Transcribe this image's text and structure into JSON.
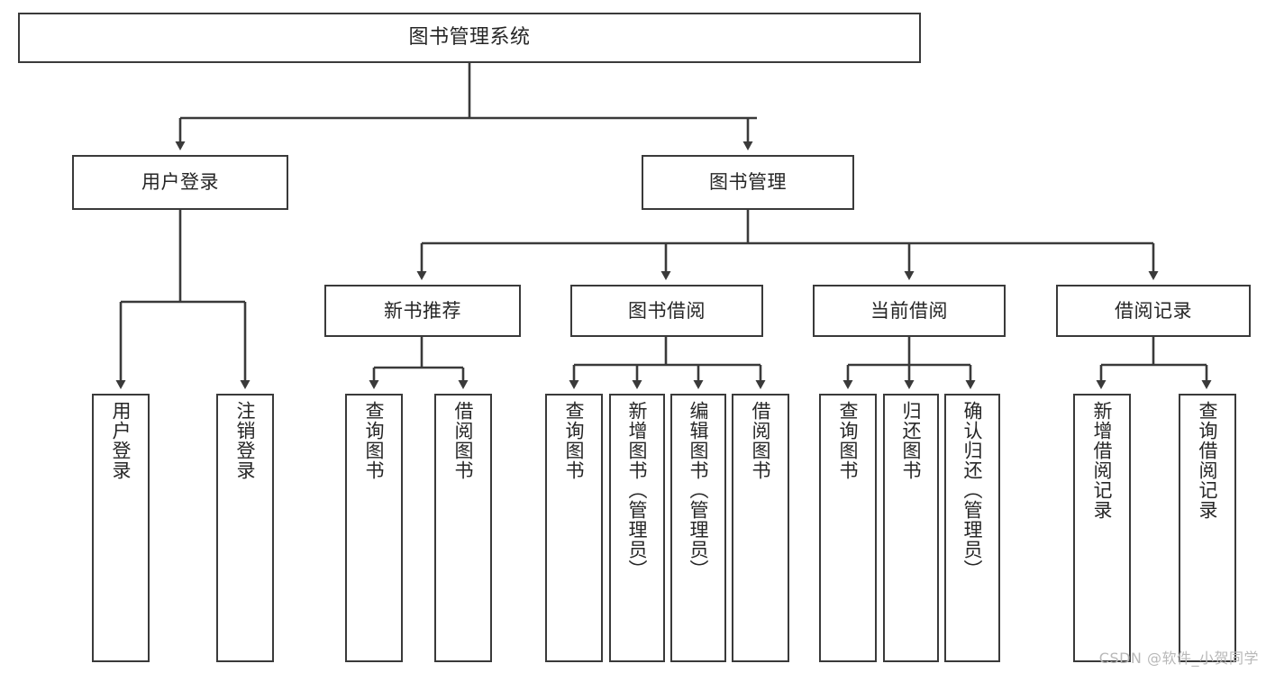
{
  "diagram": {
    "title": "图书管理系统",
    "type": "tree-hierarchy-chart",
    "watermark": "CSDN @软件_小贺同学",
    "colors": {
      "background": "#ffffff",
      "node_border": "#3a3a3a",
      "node_fill": "#ffffff",
      "text": "#262626",
      "edge": "#3a3a3a",
      "watermark": "#b8b8b8"
    },
    "nodes": {
      "root": {
        "label": "图书管理系统"
      },
      "level2": [
        {
          "id": "user-login",
          "label": "用户登录"
        },
        {
          "id": "book-manage",
          "label": "图书管理"
        }
      ],
      "level3": [
        {
          "id": "new-book-recommend",
          "label": "新书推荐"
        },
        {
          "id": "book-borrow",
          "label": "图书借阅"
        },
        {
          "id": "current-borrow",
          "label": "当前借阅"
        },
        {
          "id": "borrow-record",
          "label": "借阅记录"
        }
      ],
      "leaves": {
        "user_login": [
          {
            "id": "leaf-user-login",
            "label": "用户登录"
          },
          {
            "id": "leaf-logout-login",
            "label": "注销登录"
          }
        ],
        "new_book_recommend": [
          {
            "id": "leaf-query-book-1",
            "label": "查询图书"
          },
          {
            "id": "leaf-borrow-book-1",
            "label": "借阅图书"
          }
        ],
        "book_borrow": [
          {
            "id": "leaf-query-book-2",
            "label": "查询图书"
          },
          {
            "id": "leaf-add-book",
            "label": "新增图书（管理员）"
          },
          {
            "id": "leaf-edit-book",
            "label": "编辑图书（管理员）"
          },
          {
            "id": "leaf-borrow-book-2",
            "label": "借阅图书"
          }
        ],
        "current_borrow": [
          {
            "id": "leaf-query-book-3",
            "label": "查询图书"
          },
          {
            "id": "leaf-return-book",
            "label": "归还图书"
          },
          {
            "id": "leaf-confirm-return",
            "label": "确认归还（管理员）"
          }
        ],
        "borrow_record": [
          {
            "id": "leaf-add-record",
            "label": "新增借阅记录"
          },
          {
            "id": "leaf-query-record",
            "label": "查询借阅记录"
          }
        ]
      }
    }
  }
}
